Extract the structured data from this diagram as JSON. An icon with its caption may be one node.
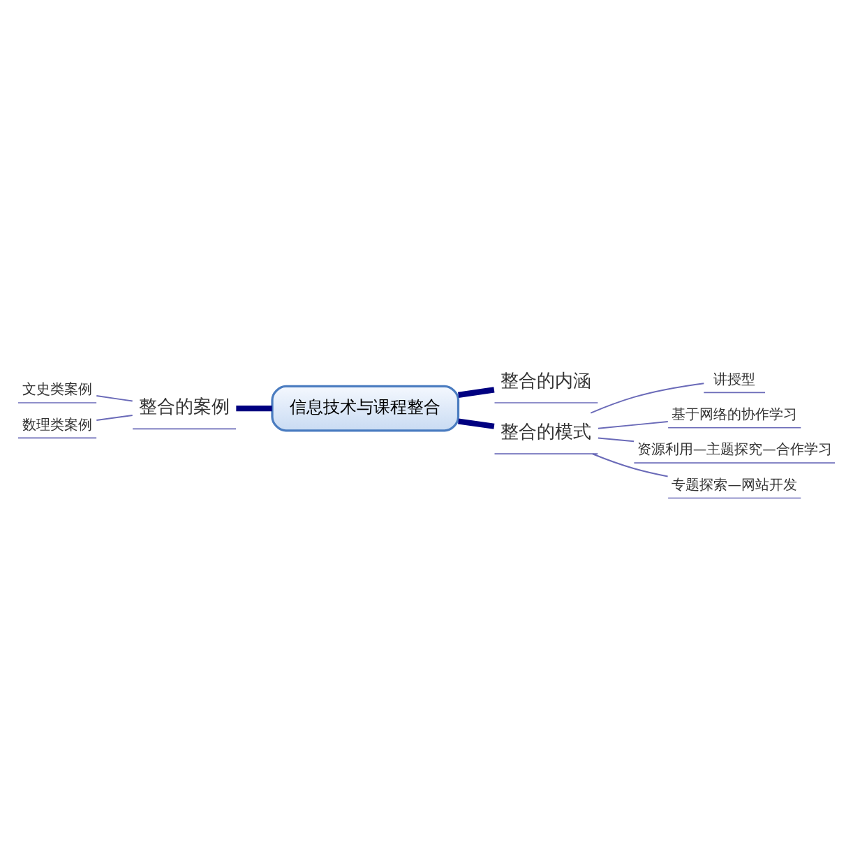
{
  "diagram": {
    "nodes": [
      {
        "text": [
          "信息技术与课程整合"
        ]
      },
      {
        "text": [
          "整合的案例"
        ]
      },
      {
        "text": [
          "文史类案例"
        ]
      },
      {
        "text": [
          "数理类案例"
        ]
      },
      {
        "text": [
          "整合的内涵"
        ]
      },
      {
        "text": [
          "整合的模式"
        ]
      },
      {
        "text": [
          "讲授型"
        ]
      },
      {
        "text": [
          "基于网络的协作学习"
        ]
      },
      {
        "text": [
          "资源利用—主题探究—合作学习"
        ]
      },
      {
        "text": [
          "专题探索—网站开发"
        ]
      }
    ],
    "edges": [
      {
        "from": 1,
        "to": 0,
        "arrow": "none",
        "style": "thick",
        "color": "#000080"
      },
      {
        "from": 0,
        "to": 4,
        "arrow": "none",
        "style": "thick",
        "color": "#000080"
      },
      {
        "from": 0,
        "to": 5,
        "arrow": "none",
        "style": "thick",
        "color": "#000080"
      },
      {
        "from": 2,
        "to": 1,
        "arrow": "none"
      },
      {
        "from": 3,
        "to": 1,
        "arrow": "none"
      },
      {
        "from": 5,
        "to": 6,
        "arrow": "none"
      },
      {
        "from": 5,
        "to": 7,
        "arrow": "none"
      },
      {
        "from": 5,
        "to": 8,
        "arrow": "none"
      },
      {
        "from": 5,
        "to": 9,
        "arrow": "none"
      }
    ]
  }
}
